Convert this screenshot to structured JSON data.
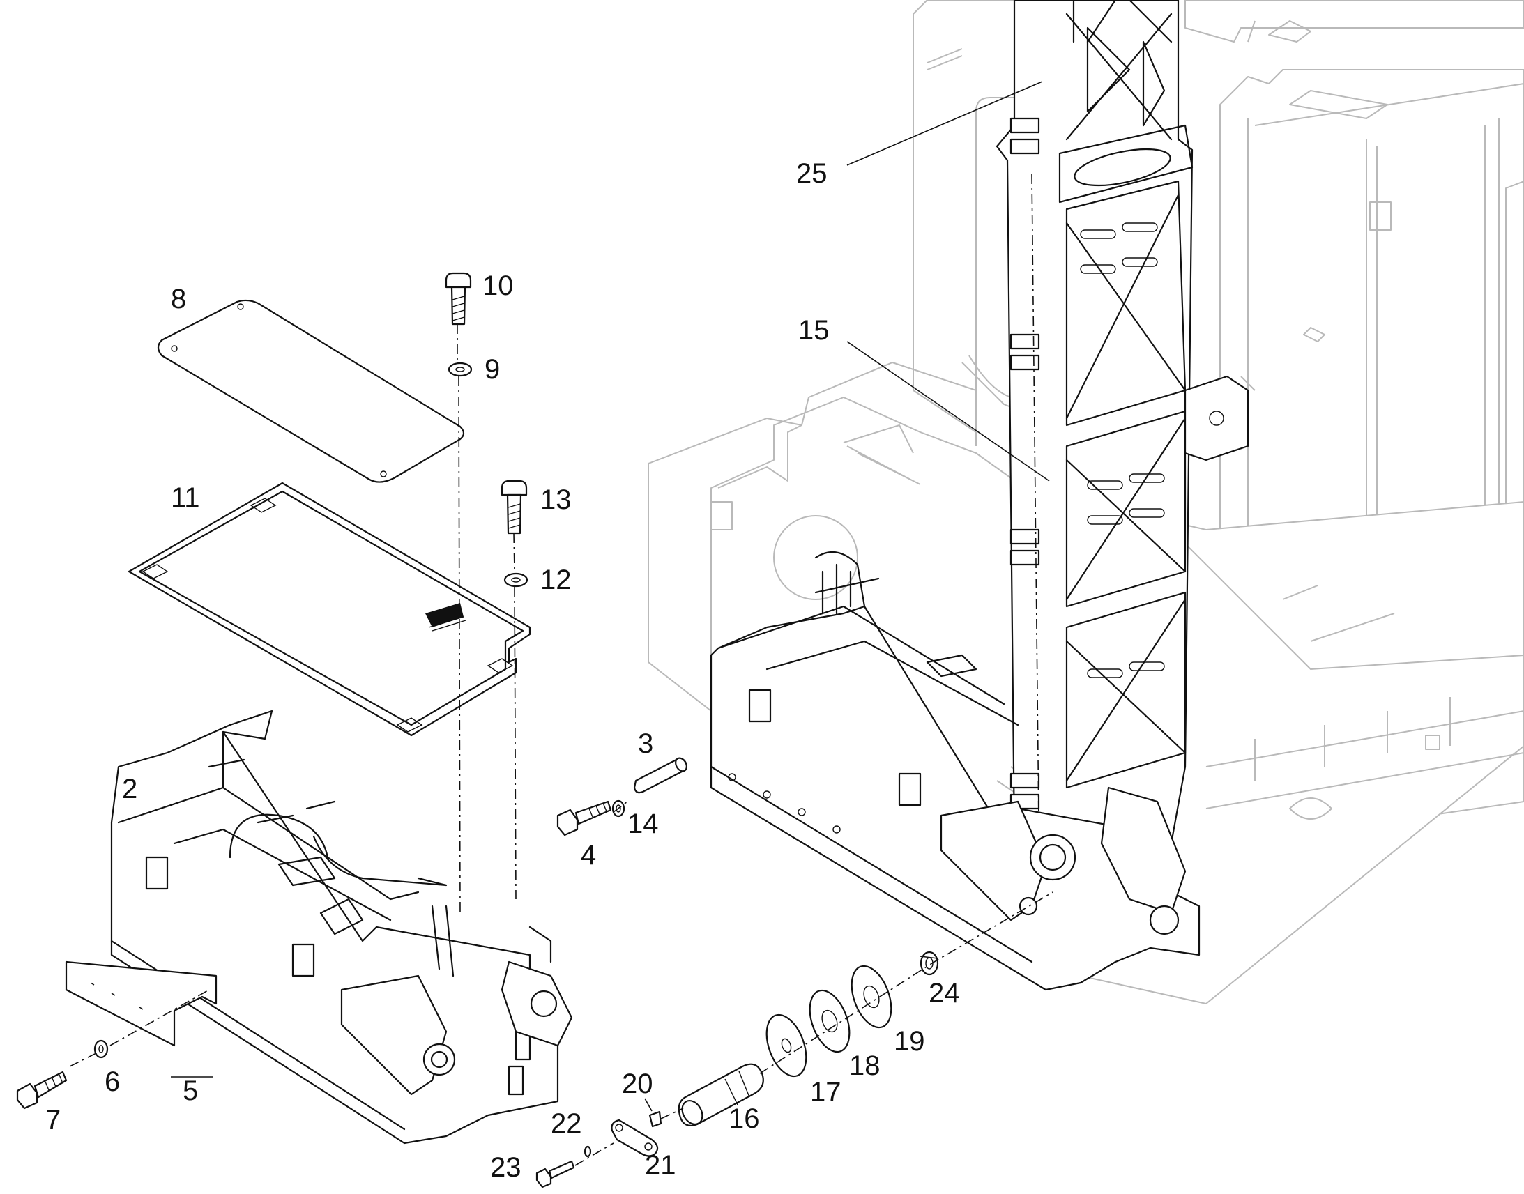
{
  "callouts": {
    "c2": "2",
    "c3": "3",
    "c4": "4",
    "c5": "5",
    "c6": "6",
    "c7": "7",
    "c8": "8",
    "c9": "9",
    "c10": "10",
    "c11": "11",
    "c12": "12",
    "c13": "13",
    "c14": "14",
    "c15": "15",
    "c16": "16",
    "c17": "17",
    "c18": "18",
    "c19": "19",
    "c20": "20",
    "c21": "21",
    "c22": "22",
    "c23": "23",
    "c24": "24",
    "c25": "25"
  }
}
